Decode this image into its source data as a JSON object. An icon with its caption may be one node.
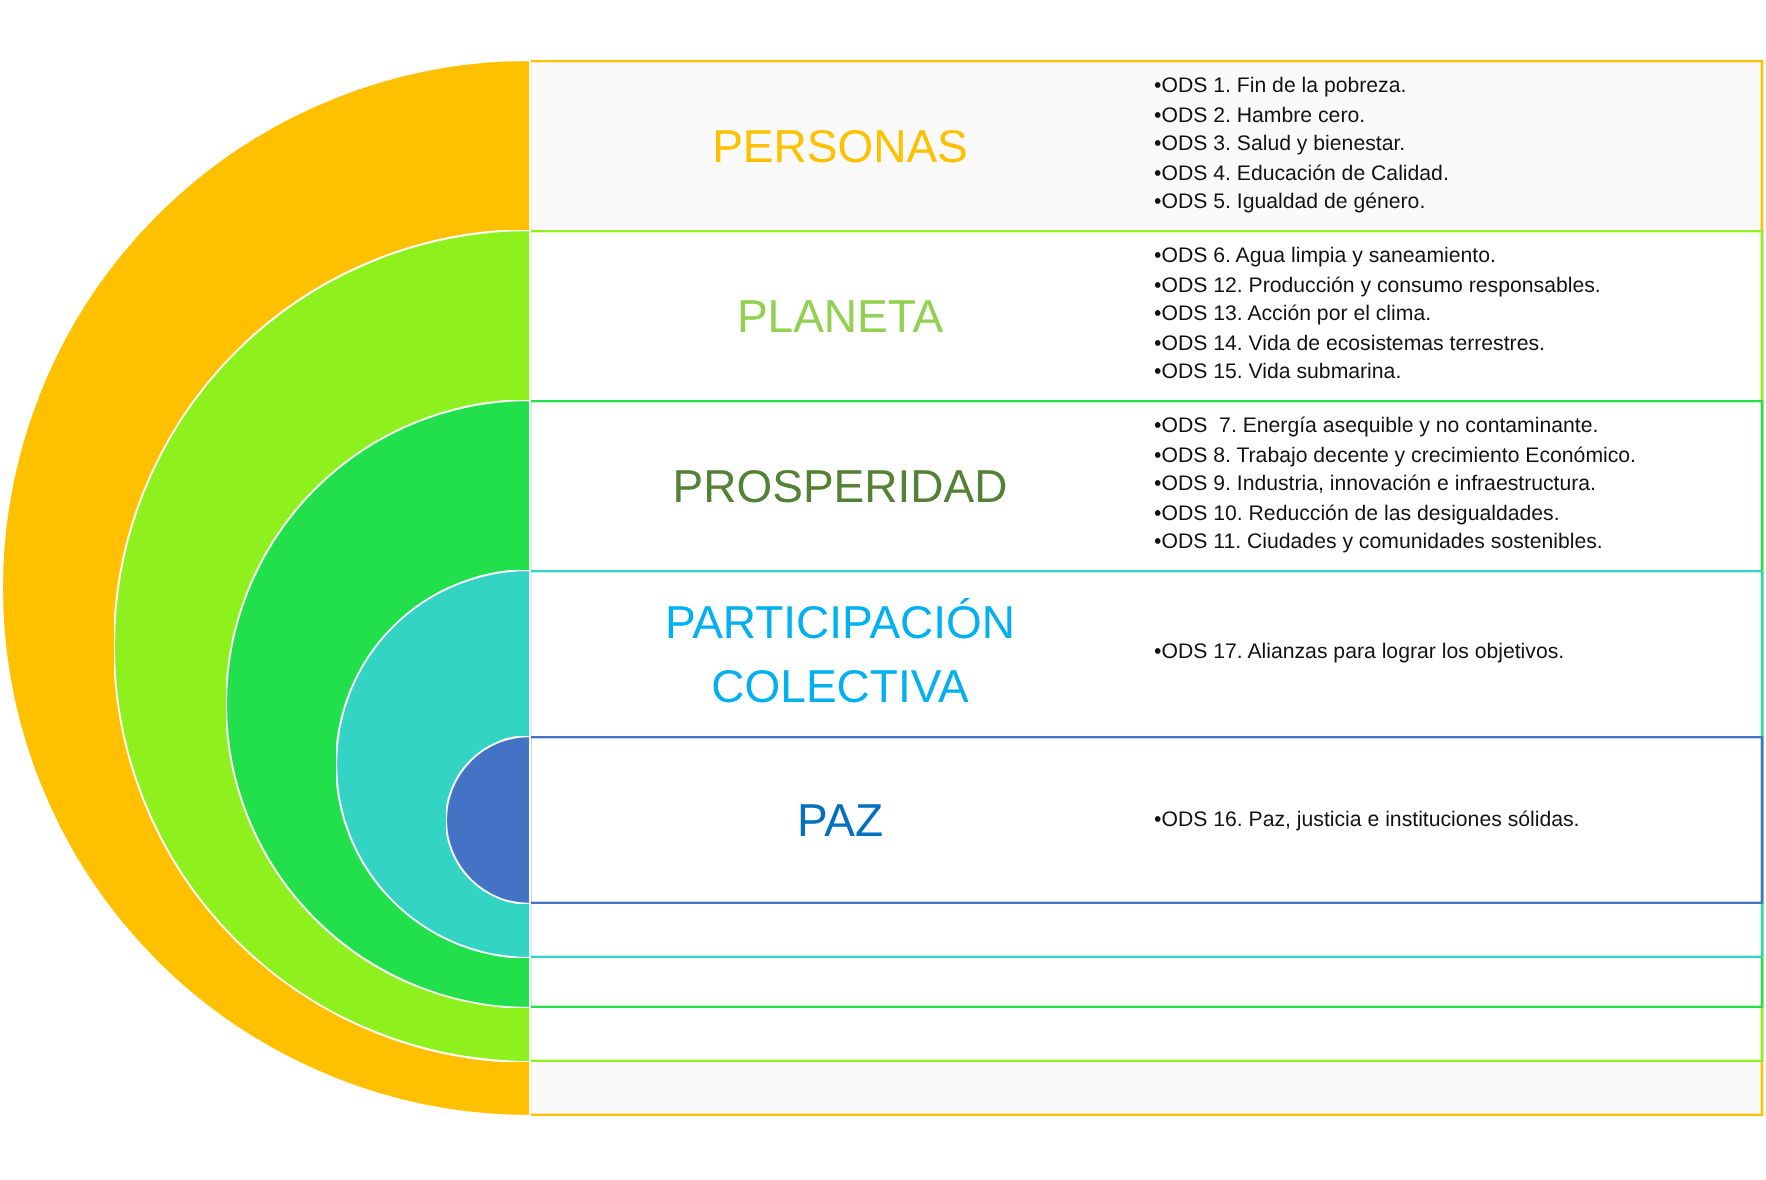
{
  "diagram": {
    "nodes": [
      {
        "text": [
          "PERSONAS",
          "•ODS 1. Fin de la pobreza.",
          "•ODS 2. Hambre cero.",
          "•ODS 3. Salud y bienestar.",
          "•ODS 4. Educación de Calidad.",
          "•ODS 5. Igualdad de género."
        ]
      },
      {
        "text": [
          "PLANETA",
          "•ODS 6. Agua limpia y saneamiento.",
          "•ODS 12. Producción y consumo responsables.",
          "•ODS 13. Acción por el clima.",
          "•ODS 14. Vida de ecosistemas terrestres.",
          "•ODS 15. Vida submarina."
        ],
        "in": 0
      },
      {
        "text": [
          "PROSPERIDAD",
          "•ODS  7. Energía asequible y no contaminante.",
          "•ODS 8. Trabajo decente y crecimiento Económico.",
          "•ODS 9. Industria, innovación e infraestructura.",
          "•ODS 10. Reducción de las desigualdades.",
          "•ODS 11. Ciudades y comunidades sostenibles."
        ],
        "in": 1
      },
      {
        "text": [
          "PARTICIPACIÓN COLECTIVA",
          "•ODS 17. Alianzas para lograr los objetivos."
        ],
        "in": 2
      },
      {
        "text": [
          "PAZ",
          "•ODS 16. Paz, justicia e instituciones sólidas."
        ],
        "in": 3
      }
    ]
  }
}
